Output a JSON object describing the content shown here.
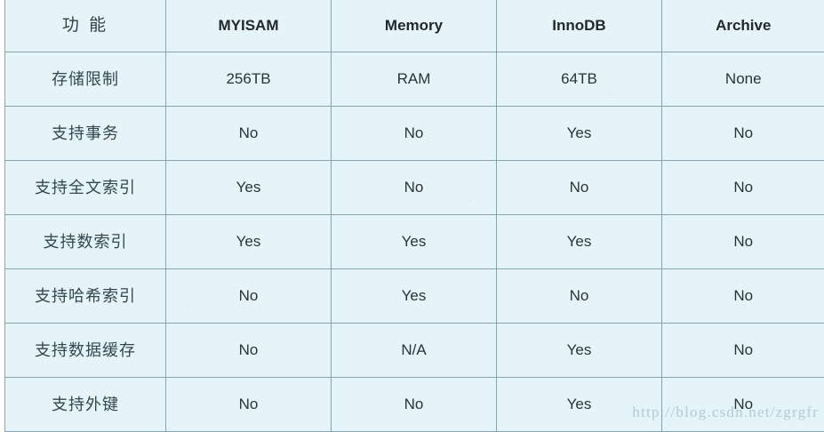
{
  "table": {
    "headers": [
      {
        "label": "功 能",
        "lang": "cn"
      },
      {
        "label": "MYISAM",
        "lang": "en"
      },
      {
        "label": "Memory",
        "lang": "en"
      },
      {
        "label": "InnoDB",
        "lang": "en"
      },
      {
        "label": "Archive",
        "lang": "en"
      }
    ],
    "rows": [
      {
        "feature": "存储限制",
        "values": [
          "256TB",
          "RAM",
          "64TB",
          "None"
        ]
      },
      {
        "feature": "支持事务",
        "values": [
          "No",
          "No",
          "Yes",
          "No"
        ]
      },
      {
        "feature": "支持全文索引",
        "values": [
          "Yes",
          "No",
          "No",
          "No"
        ]
      },
      {
        "feature": "支持数索引",
        "values": [
          "Yes",
          "Yes",
          "Yes",
          "No"
        ]
      },
      {
        "feature": "支持哈希索引",
        "values": [
          "No",
          "Yes",
          "No",
          "No"
        ]
      },
      {
        "feature": "支持数据缓存",
        "values": [
          "No",
          "N/A",
          "Yes",
          "No"
        ]
      },
      {
        "feature": "支持外键",
        "values": [
          "No",
          "No",
          "Yes",
          "No"
        ]
      }
    ]
  },
  "watermark": {
    "text": "http://blog.csdn.net/zgrgfr"
  },
  "colors": {
    "cell_background": "#e4f4f9",
    "border": "#8aa4ad",
    "header_text": "#22282c",
    "body_text": "#2b3338",
    "watermark_text": "#96b2bc",
    "page_background": "#ffffff"
  }
}
